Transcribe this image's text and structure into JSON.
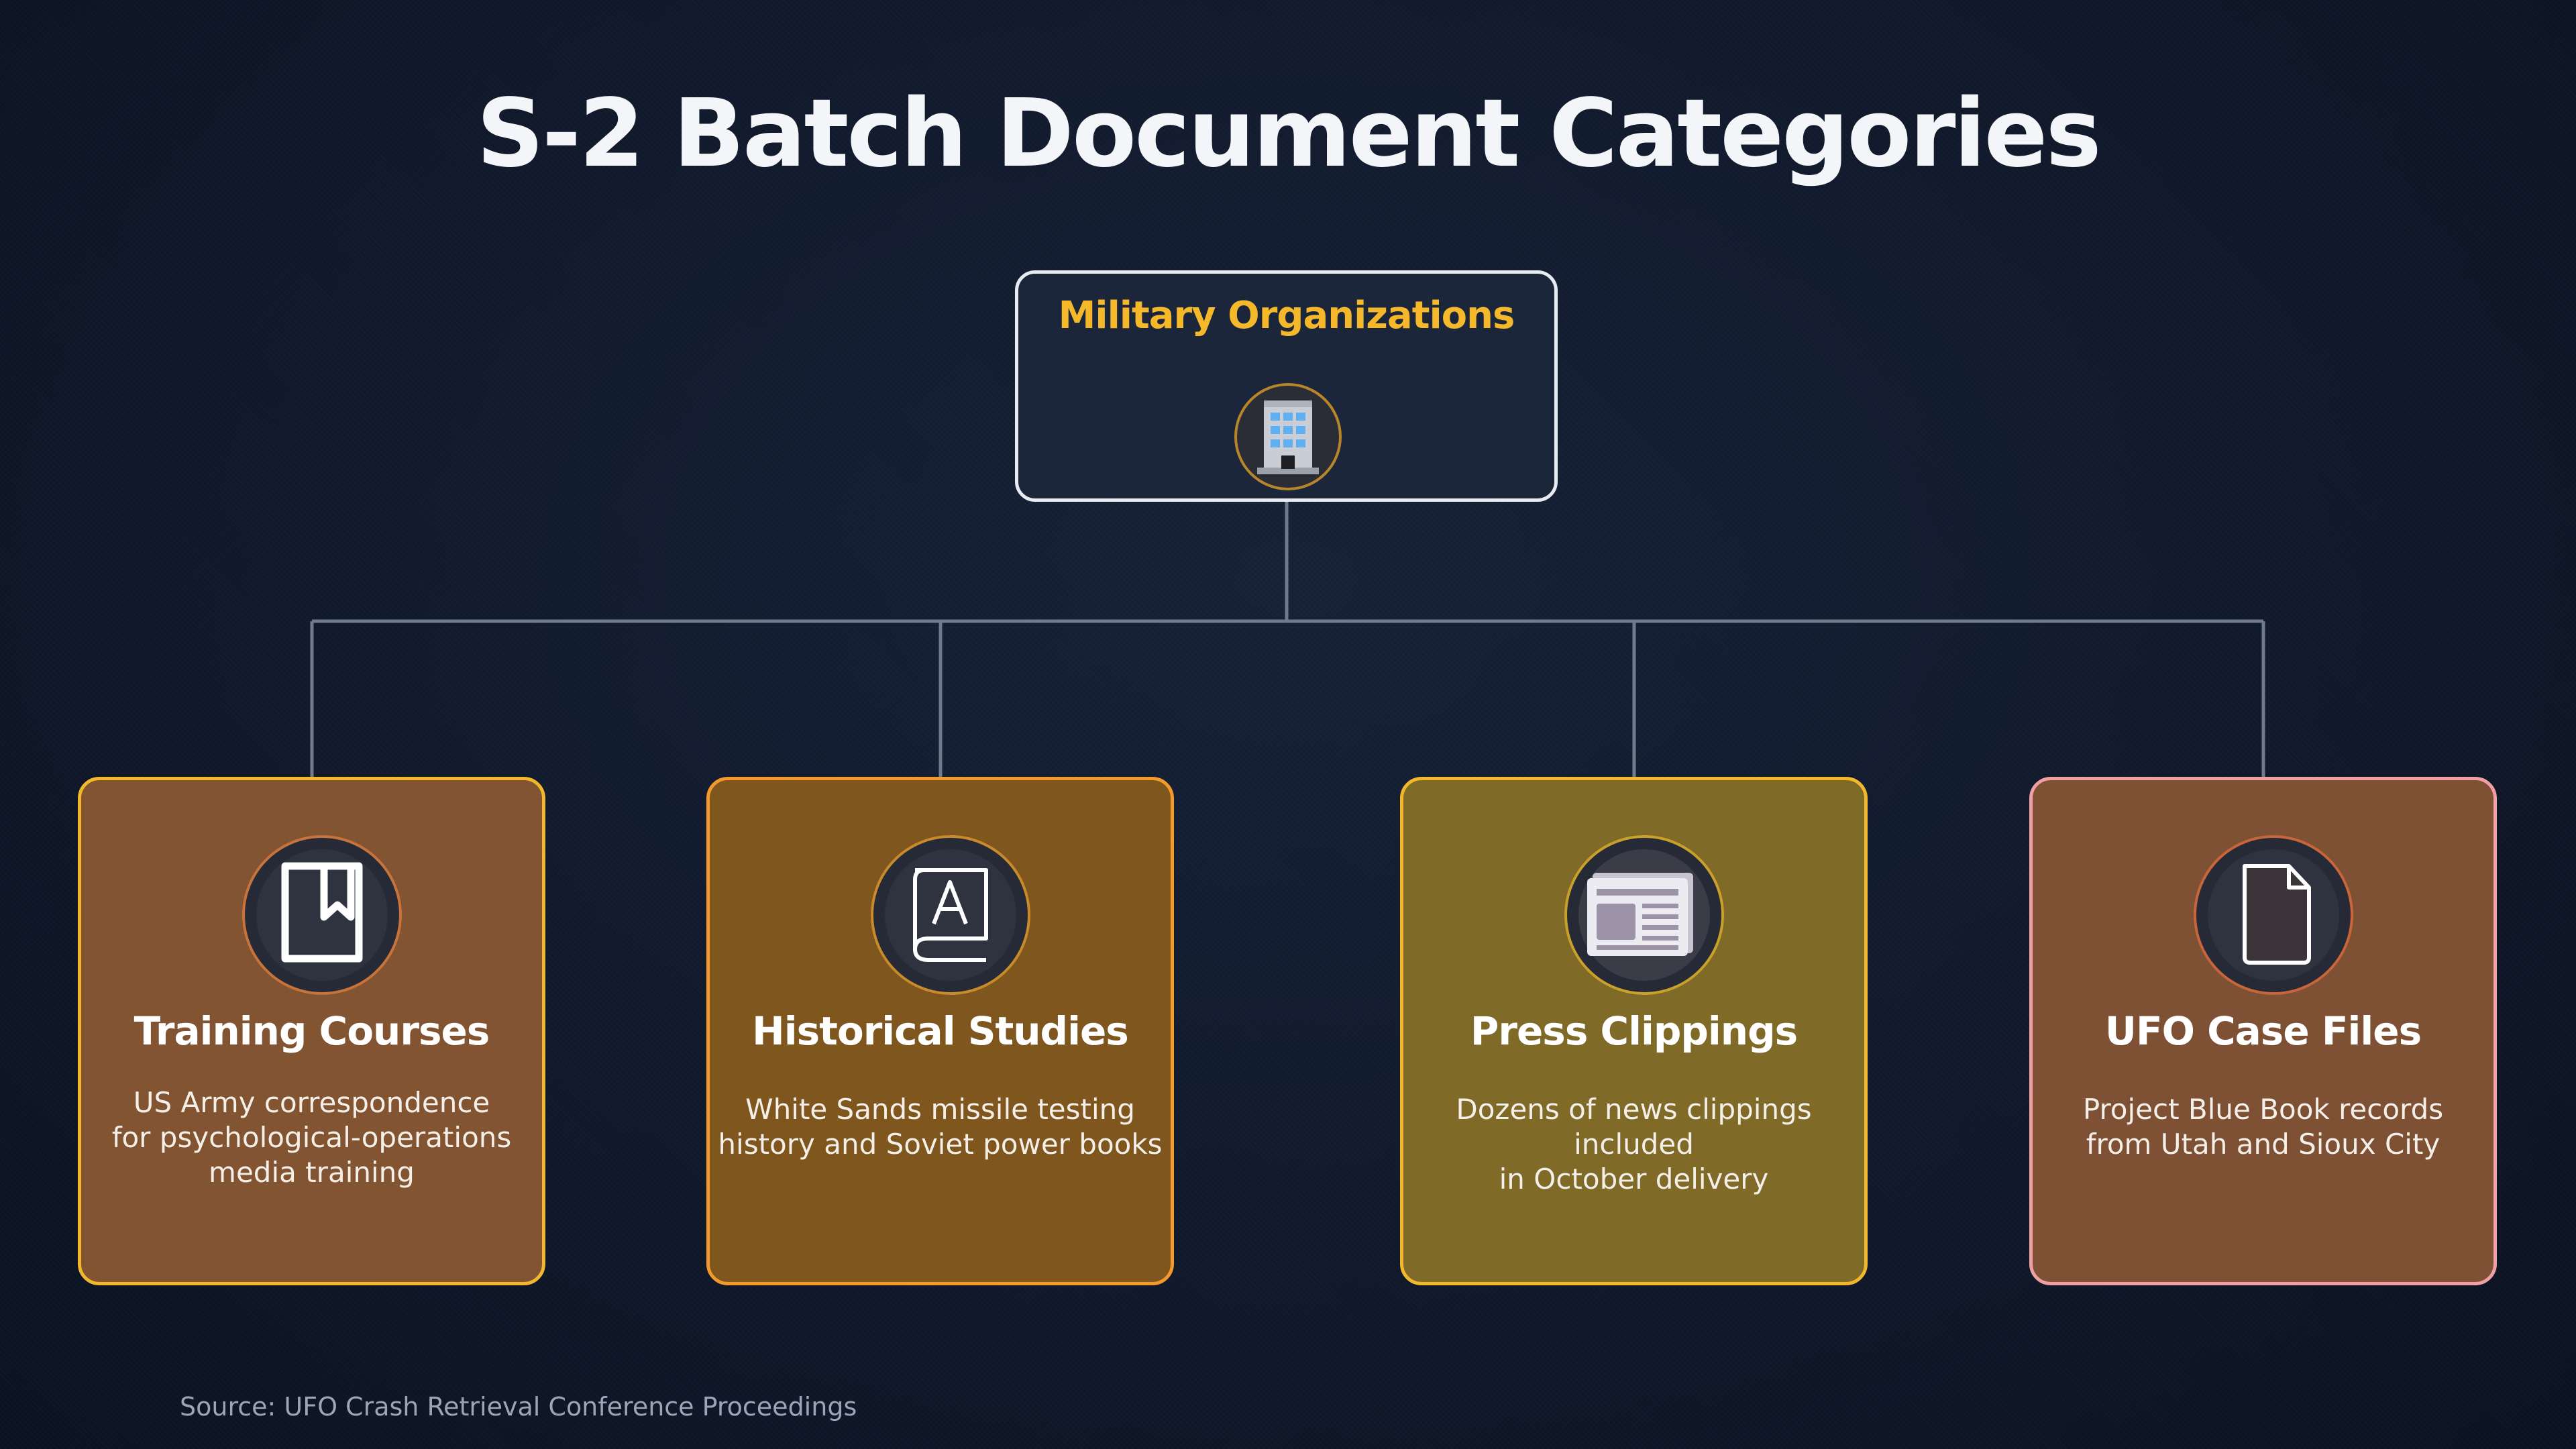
{
  "title": "S-2 Batch Document Categories",
  "root": {
    "label": "Military Organizations",
    "icon": "office-building-icon",
    "label_color": "#f5b82a"
  },
  "categories": [
    {
      "title": "Training Courses",
      "description": "US Army correspondence\nfor psychological-operations\nmedia training",
      "icon": "bookmark-book-icon",
      "fill": "#825432",
      "border": "#f2b82c"
    },
    {
      "title": "Historical Studies",
      "description": "White Sands missile testing\nhistory and Soviet power books",
      "icon": "book-letter-a-icon",
      "fill": "#7f561e",
      "border": "#f29a2c"
    },
    {
      "title": "Press Clippings",
      "description": "Dozens of news clippings included\nin October delivery",
      "icon": "newspaper-icon",
      "fill": "#7f6a28",
      "border": "#f2b82c"
    },
    {
      "title": "UFO Case Files",
      "description": "Project Blue Book records\nfrom Utah and Sioux City",
      "icon": "document-icon",
      "fill": "#7e5034",
      "border": "#f0a0a4"
    }
  ],
  "source": "Source: UFO Crash Retrieval Conference Proceedings",
  "colors": {
    "background": "#111a2c",
    "connector": "#6f7a8c",
    "accent": "#f5b82a"
  }
}
